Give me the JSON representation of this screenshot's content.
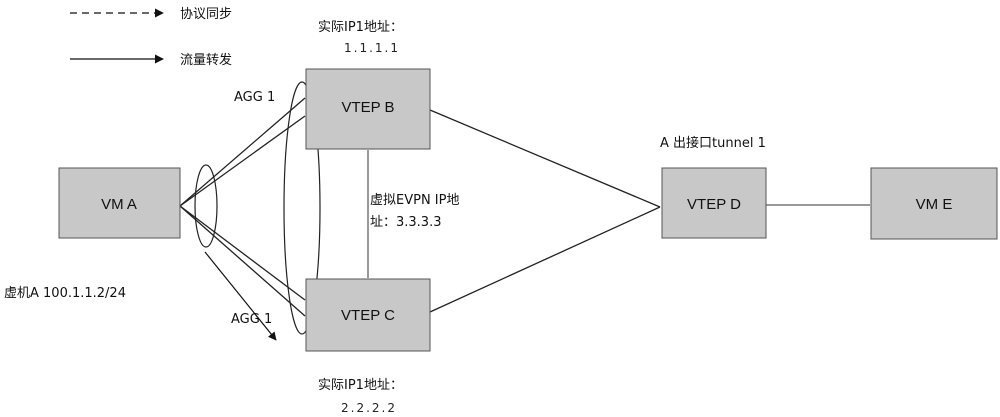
{
  "legend": {
    "protocol_sync": "协议同步",
    "traffic_forward": "流量转发"
  },
  "nodes": {
    "vm_a": "VM A",
    "vtep_b": "VTEP B",
    "vtep_c": "VTEP C",
    "vtep_d": "VTEP D",
    "vm_e": "VM E"
  },
  "labels": {
    "vtep_b_ip_title": "实际IP1地址：",
    "vtep_b_ip_value": "1.1.1.1",
    "vtep_c_ip_title": "实际IP1地址：",
    "vtep_c_ip_value": "2.2.2.2",
    "virtual_evpn_line1": "虚拟EVPN IP地",
    "virtual_evpn_line2": "址：3.3.3.3",
    "agg_top": "AGG 1",
    "agg_bottom": "AGG 1",
    "egress_tunnel": "A 出接口tunnel 1",
    "vm_a_ip": "虚机A 100.1.1.2/24"
  }
}
